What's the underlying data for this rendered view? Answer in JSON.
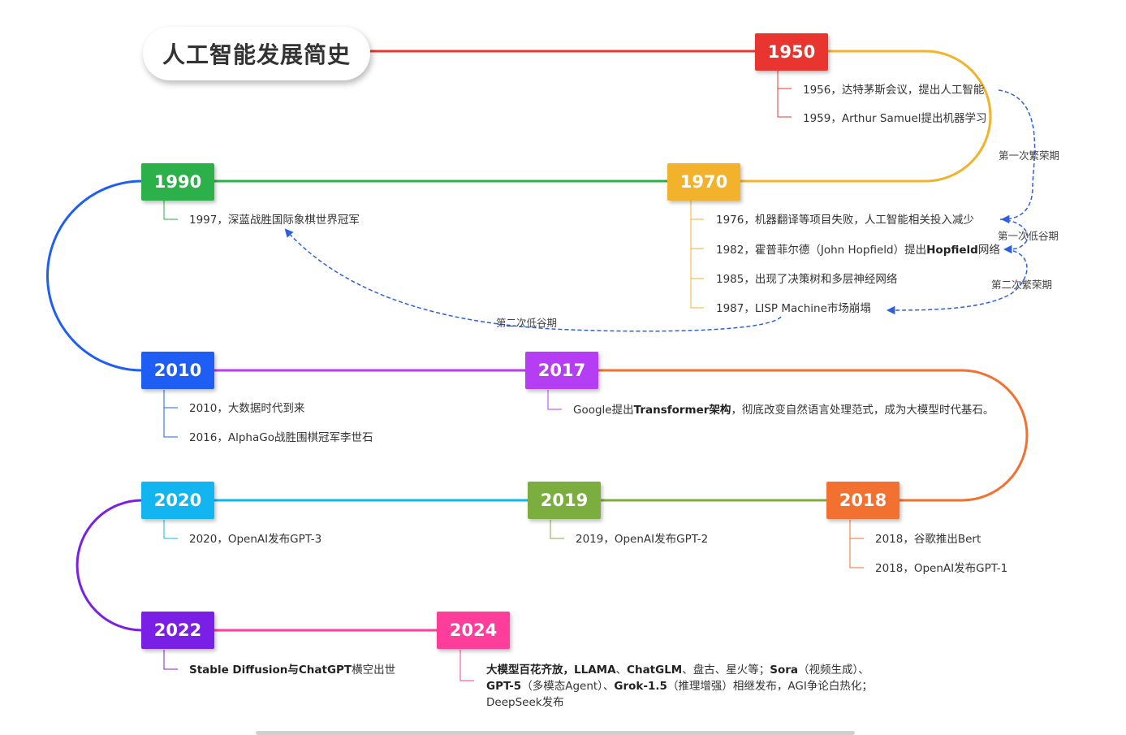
{
  "title": "人工智能发展简史",
  "colors": {
    "1950": "#e8352f",
    "1970": "#f2b22c",
    "1990": "#2bb04a",
    "2010": "#1e5ef5",
    "2017": "#b53ef5",
    "2018": "#f27030",
    "2019": "#7cad3f",
    "2020": "#12b5f0",
    "2022": "#7a20e6",
    "2024": "#ff3d9a",
    "phase_arrow": "#2e5fe0"
  },
  "years": {
    "y1950": "1950",
    "y1970": "1970",
    "y1990": "1990",
    "y2010": "2010",
    "y2017": "2017",
    "y2018": "2018",
    "y2019": "2019",
    "y2020": "2020",
    "y2022": "2022",
    "y2024": "2024"
  },
  "notes": {
    "n1956": "1956，达特茅斯会议，提出人工智能",
    "n1959": "1959，Arthur Samuel提出机器学习",
    "n1976": "1976，机器翻译等项目失败，人工智能相关投入减少",
    "n1982_a": "1982，霍普菲尔德（John Hopfield）提出",
    "n1982_b": "Hopfield",
    "n1982_c": "网络",
    "n1985": "1985，出现了决策树和多层神经网络",
    "n1987": "1987，LISP Machine市场崩塌",
    "n1997": "1997，深蓝战胜国际象棋世界冠军",
    "n2010": "2010，大数据时代到来",
    "n2016": "2016，AlphaGo战胜围棋冠军李世石",
    "n2017_a": "Google提出",
    "n2017_b": "Transformer",
    "n2017_c": "架构",
    "n2017_d": "，彻底改变自然语言处理范式，成为大模型时代基石。",
    "n2018a": "2018，谷歌推出Bert",
    "n2018b": "2018，OpenAI发布GPT-1",
    "n2019": "2019，OpenAI发布GPT-2",
    "n2020": "2020，OpenAI发布GPT-3",
    "n2022_a": "Stable Diffusion",
    "n2022_b": "与",
    "n2022_c": "ChatGPT",
    "n2022_d": "横空出世",
    "n2024_l1_a": "大模型百花齐放，",
    "n2024_l1_b": "LLAMA",
    "n2024_l1_c": "、",
    "n2024_l1_d": "ChatGLM",
    "n2024_l1_e": "、盘古、星火等；",
    "n2024_l1_f": "Sora",
    "n2024_l1_g": "（视频生成）、",
    "n2024_l2_a": "GPT-5",
    "n2024_l2_b": "（多模态Agent）、",
    "n2024_l2_c": "Grok-1.5",
    "n2024_l2_d": "（推理增强）相继发布，AGI争论白热化；",
    "n2024_l3": "DeepSeek发布"
  },
  "phases": {
    "boom1": "第一次繁荣期",
    "low1": "第一次低谷期",
    "boom2": "第二次繁荣期",
    "low2": "第二次低谷期"
  }
}
